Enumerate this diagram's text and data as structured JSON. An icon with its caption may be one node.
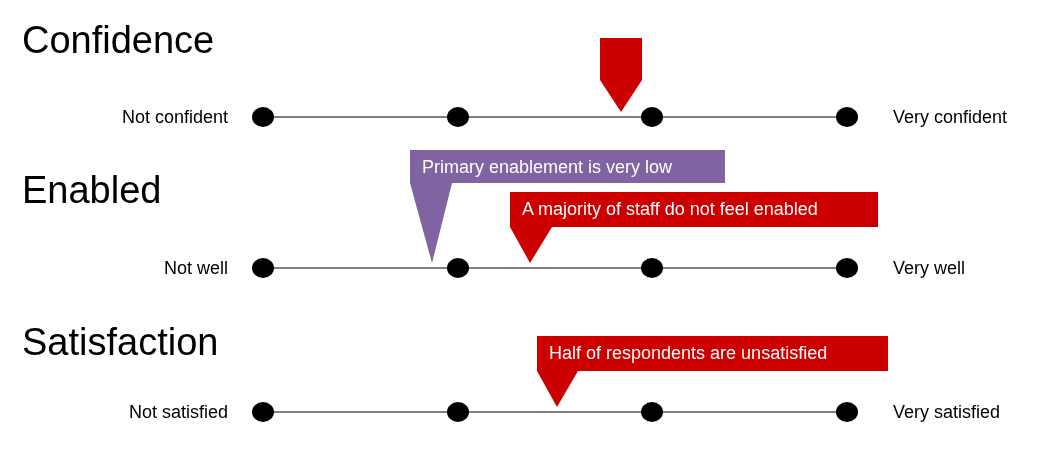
{
  "diagram": {
    "nodes": [
      {
        "text": [],
        "shape": "arrow"
      },
      {
        "text": [],
        "shape": "circle"
      },
      {
        "text": [],
        "shape": "circle"
      },
      {
        "text": [],
        "shape": "circle"
      },
      {
        "text": [],
        "shape": "circle"
      },
      {
        "text": [
          "Primary enablement is very low"
        ]
      },
      {
        "text": [
          "A majority of staff do not feel enabled"
        ]
      },
      {
        "text": [],
        "shape": "circle"
      },
      {
        "text": [],
        "shape": "circle"
      },
      {
        "text": [],
        "shape": "circle"
      },
      {
        "text": [],
        "shape": "circle"
      },
      {
        "text": [
          "Half of respondents are unsatisfied"
        ]
      },
      {
        "text": [],
        "shape": "circle"
      },
      {
        "text": [],
        "shape": "circle"
      },
      {
        "text": [],
        "shape": "circle"
      },
      {
        "text": [],
        "shape": "circle"
      }
    ],
    "edges": [
      {
        "from": 1,
        "to": 2,
        "arrow": "none"
      },
      {
        "from": 2,
        "to": 3,
        "arrow": "none"
      },
      {
        "from": 3,
        "to": 4,
        "arrow": "none"
      },
      {
        "from": 7,
        "to": 8,
        "arrow": "none"
      },
      {
        "from": 8,
        "to": 9,
        "arrow": "none"
      },
      {
        "from": 9,
        "to": 10,
        "arrow": "none"
      },
      {
        "from": 12,
        "to": 13,
        "arrow": "none"
      },
      {
        "from": 13,
        "to": 14,
        "arrow": "none"
      },
      {
        "from": 14,
        "to": 15,
        "arrow": "none"
      }
    ],
    "labels": [
      "Confidence",
      "Not confident",
      "Very confident",
      "Enabled",
      "Not well",
      "Very well",
      "Satisfaction",
      "Not satisfied",
      "Very satisfied"
    ]
  }
}
